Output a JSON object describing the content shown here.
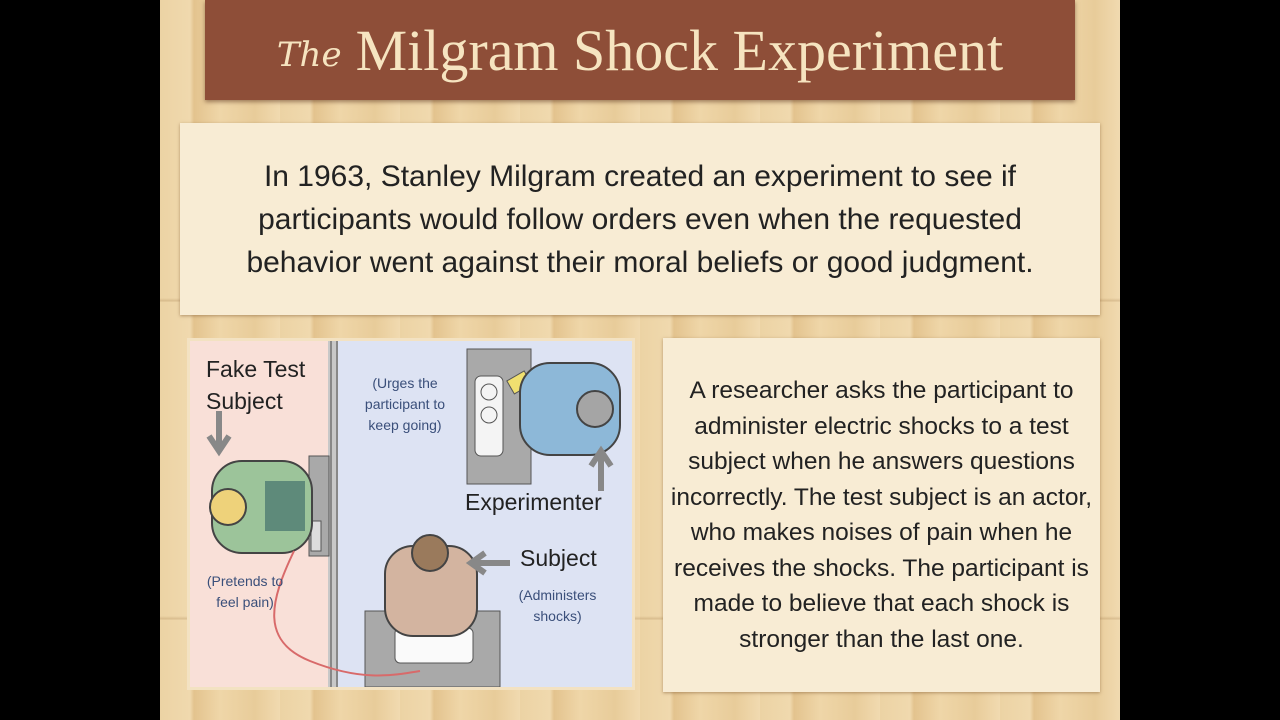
{
  "title": {
    "prefix": "The",
    "main": "Milgram Shock Experiment"
  },
  "intro": {
    "text": "In 1963,  Stanley Milgram created an experiment to see if participants would follow orders even when the requested behavior went against their moral beliefs or good judgment."
  },
  "diagram": {
    "fake_subject_label": "Fake Test Subject",
    "fake_subject_note": "(Pretends to feel pain)",
    "experimenter_note": "(Urges the participant to keep going)",
    "experimenter_label": "Experimenter",
    "subject_label": "Subject",
    "subject_note": "(Administers shocks)"
  },
  "description": {
    "text": "A researcher asks the participant to administer electric shocks to a test subject when he answers questions incorrectly. The test subject is an actor, who makes noises of pain when he receives the shocks. The participant is made to believe that each shock is stronger than the last one."
  },
  "colors": {
    "banner": "#8e4e38",
    "panel": "#f8ecd4",
    "pink_room": "#f9e0d8",
    "blue_room": "#dde3f3"
  }
}
